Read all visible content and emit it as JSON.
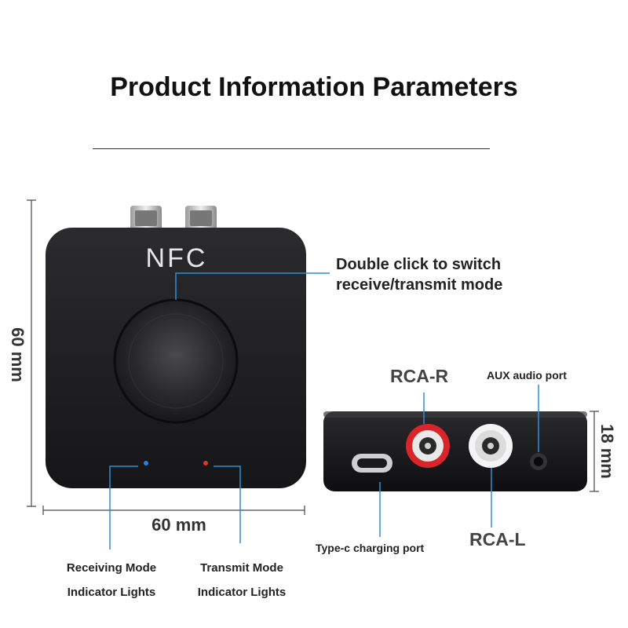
{
  "title": "Product Information Parameters",
  "device_top": {
    "nfc_text": "NFC"
  },
  "dimensions": {
    "height": "60 mm",
    "width": "60 mm",
    "depth": "18 mm"
  },
  "callouts": {
    "button": [
      "Double click to switch",
      "receive/transmit mode"
    ],
    "receiving": [
      "Receiving Mode",
      "Indicator Lights"
    ],
    "transmit": [
      "Transmit Mode",
      "Indicator Lights"
    ],
    "rca_r": "RCA-R",
    "rca_l": "RCA-L",
    "aux": "AUX audio port",
    "typec": "Type-c charging port"
  },
  "colors": {
    "callout_line": "#2f8fd6",
    "device_body": "#1c1c1e",
    "blue_led": "#2a7fe0",
    "red_led": "#d93a2a",
    "rca_red": "#d9242a"
  }
}
